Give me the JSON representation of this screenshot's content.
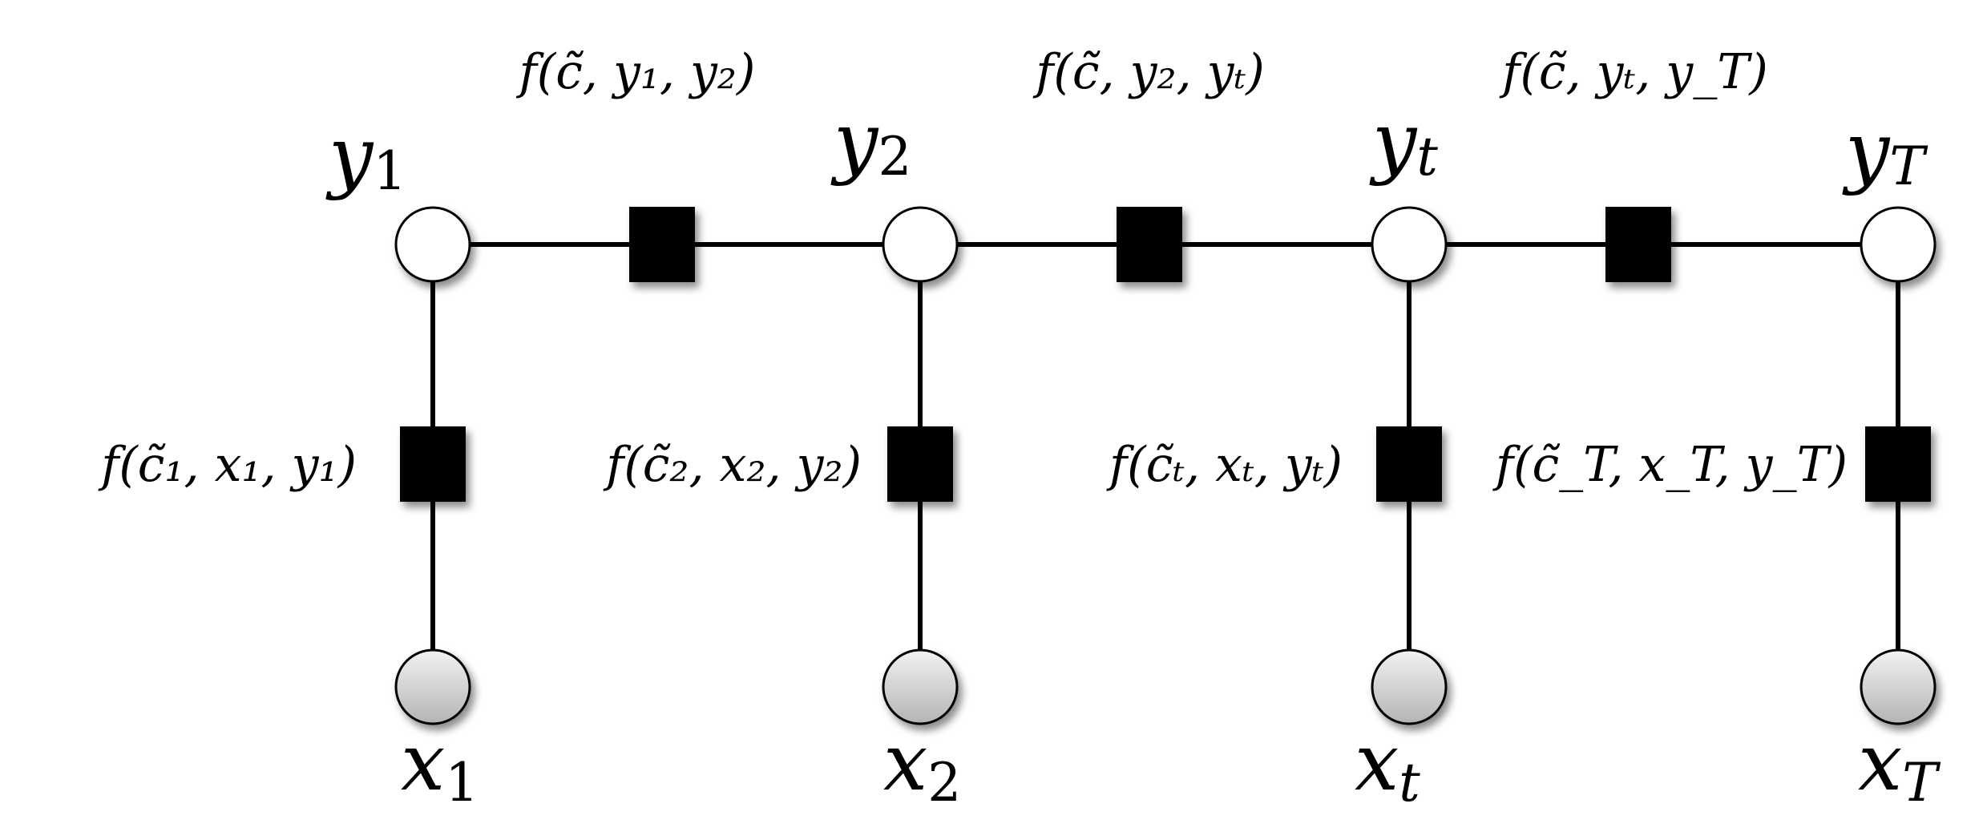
{
  "diagram": {
    "type": "factor-graph",
    "colors": {
      "observed_node_fill": "#c9c9c9",
      "hidden_node_fill": "#ffffff",
      "factor_fill": "#000000",
      "edge": "#000000"
    },
    "hidden_nodes": [
      {
        "id": "y1",
        "label": {
          "base": "y",
          "sub": "1"
        }
      },
      {
        "id": "y2",
        "label": {
          "base": "y",
          "sub": "2"
        }
      },
      {
        "id": "yt",
        "label": {
          "base": "y",
          "sub": "t"
        }
      },
      {
        "id": "yT",
        "label": {
          "base": "y",
          "sub": "T"
        }
      }
    ],
    "observed_nodes": [
      {
        "id": "x1",
        "label": {
          "base": "x",
          "sub": "1"
        }
      },
      {
        "id": "x2",
        "label": {
          "base": "x",
          "sub": "2"
        }
      },
      {
        "id": "xt",
        "label": {
          "base": "x",
          "sub": "t"
        }
      },
      {
        "id": "xT",
        "label": {
          "base": "x",
          "sub": "T"
        }
      }
    ],
    "transition_factors": [
      {
        "between": [
          "y1",
          "y2"
        ],
        "label": "f(c̃̃, y₁, y₂)"
      },
      {
        "between": [
          "y2",
          "yt"
        ],
        "label": "f(c̃̃, y₂, yₜ)"
      },
      {
        "between": [
          "yt",
          "yT"
        ],
        "label": "f(c̃̃, yₜ, y_T)"
      }
    ],
    "emission_factors": [
      {
        "between": [
          "y1",
          "x1"
        ],
        "label": "f(c̃₁, x₁, y₁)"
      },
      {
        "between": [
          "y2",
          "x2"
        ],
        "label": "f(c̃₂, x₂, y₂)"
      },
      {
        "between": [
          "yt",
          "xt"
        ],
        "label": "f(c̃ₜ, xₜ, yₜ)"
      },
      {
        "between": [
          "yT",
          "xT"
        ],
        "label": "f(c̃_T, x_T, y_T)"
      }
    ]
  }
}
